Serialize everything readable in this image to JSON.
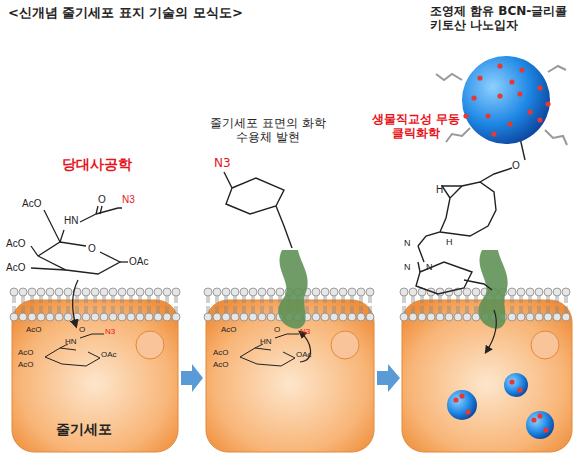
{
  "diagram": {
    "title": "<신개념 줄기세포 표지 기술의 모식도>",
    "nodes": [
      {
        "text": [
          "줄기세포"
        ]
      }
    ],
    "labels": [
      "당대사공학",
      "줄기세포 표면의 화학 수용체 발현",
      "생물직교성 무동 클릭화학",
      "조영제 함유 BCN-글리콜 키토산 나노입자",
      "N3",
      "O",
      "AcO",
      "HN",
      "O",
      "OAc",
      "AcO",
      "AcO",
      "AcO",
      "HN",
      "O",
      "N3",
      "AcO",
      "AcO",
      "OAc",
      "N3",
      "AcO",
      "HN",
      "O",
      "N3",
      "AcO",
      "AcO",
      "OAc",
      "H",
      "H",
      "O",
      "N",
      "N",
      "N"
    ]
  }
}
